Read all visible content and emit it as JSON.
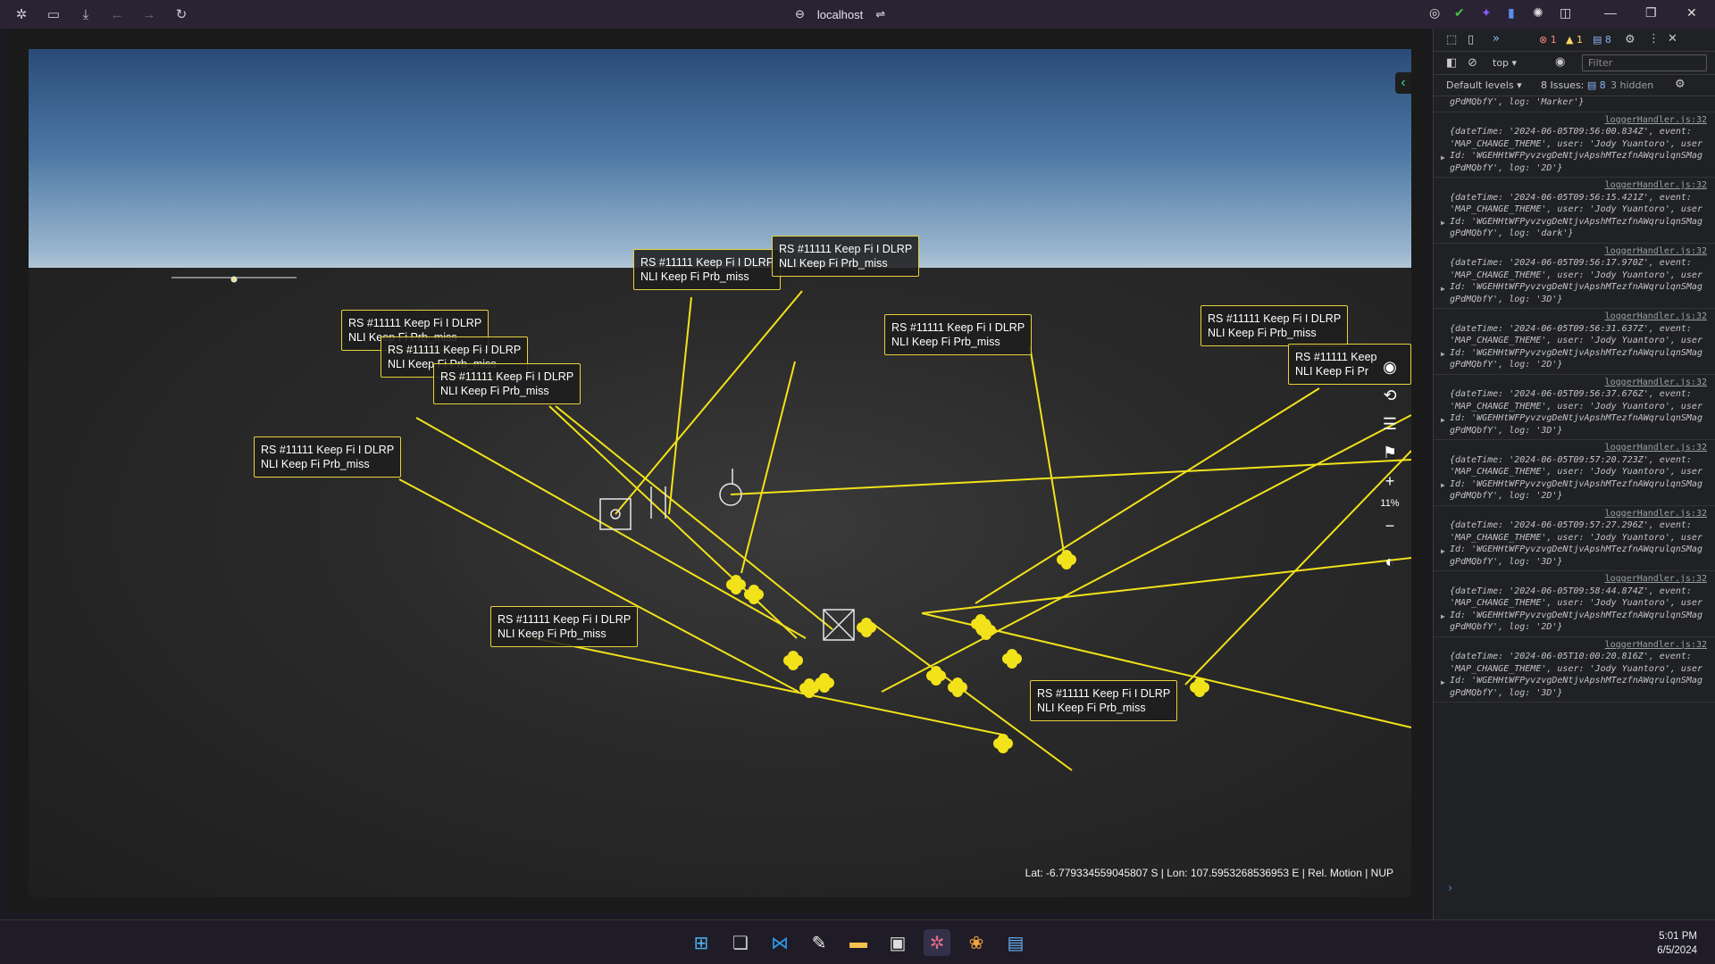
{
  "browser": {
    "url": "localhost",
    "icons": [
      "app-icon",
      "sidebar-icon",
      "download-icon",
      "back-icon",
      "forward-icon",
      "refresh-icon",
      "link-icon",
      "tune-icon"
    ]
  },
  "map": {
    "popups": [
      {
        "line1": "RS #11111 Keep Fi I DLRP",
        "line2": "NLI Keep Fi Prb_miss"
      },
      {
        "line1": "RS #11111 Keep Fi I DLRP",
        "line2": "NLI Keep Fi Prb_miss"
      },
      {
        "line1": "RS #11111 Keep Fi I DLRP",
        "line2": "NLI Keep Fi Prb_miss"
      },
      {
        "line1": "RS #11111 Keep Fi I DLRP",
        "line2": "NLI Keep Fi Prb_miss"
      },
      {
        "line1": "RS #11111 Keep Fi I DLRP",
        "line2": "NLI Keep Fi Prb_miss"
      },
      {
        "line1": "RS #11111 Keep Fi I DLRP",
        "line2": "NLI Keep Fi Prb_miss"
      },
      {
        "line1": "RS #11111 Keep Fi I DLRP",
        "line2": "NLI Keep Fi Prb_miss"
      },
      {
        "line1": "RS #11111 Keep Fi I DLRP",
        "line2": "NLI Keep Fi Prb_miss"
      },
      {
        "line1": "RS #11111 Keep Fi I DLRP",
        "line2": "NLI Keep Fi Prb_miss"
      },
      {
        "line1": "RS #11111 Keep Fi I DLRP",
        "line2": "NLI Keep Fi Prb_miss"
      },
      {
        "line1": "RS #11111 Keep",
        "line2": "NLI Keep Fi Pr"
      }
    ],
    "coordinates": "Lat: -6.779334559045807 S | Lon: 107.5953268536953 E | Rel. Motion | NUP",
    "zoom": "11%",
    "accent_color": "#f2e21a"
  },
  "devtools": {
    "error_count": "1",
    "warning_count": "1",
    "message_count": "8",
    "context": "top",
    "filter_placeholder": "Filter",
    "default_levels": "Default levels",
    "issues_label": "8 Issues:",
    "issues_count": "8",
    "hidden": "3 hidden",
    "first_log_tail": "gPdMQbfY', log: 'Marker'}",
    "logs": [
      {
        "src": "loggerHandler.js:32",
        "body": "{dateTime: '2024-06-05T09:56:00.834Z', event: 'MAP_CHANGE_THEME', user: 'Jody Yuantoro', userId: 'WGEHHtWFPyvzvgDeNtjvApshMTezfnAWqrulqnSMaggPdMQbfY', log: '2D'}"
      },
      {
        "src": "loggerHandler.js:32",
        "body": "{dateTime: '2024-06-05T09:56:15.421Z', event: 'MAP_CHANGE_THEME', user: 'Jody Yuantoro', userId: 'WGEHHtWFPyvzvgDeNtjvApshMTezfnAWqrulqnSMaggPdMQbfY', log: 'dark'}"
      },
      {
        "src": "loggerHandler.js:32",
        "body": "{dateTime: '2024-06-05T09:56:17.970Z', event: 'MAP_CHANGE_THEME', user: 'Jody Yuantoro', userId: 'WGEHHtWFPyvzvgDeNtjvApshMTezfnAWqrulqnSMaggPdMQbfY', log: '3D'}"
      },
      {
        "src": "loggerHandler.js:32",
        "body": "{dateTime: '2024-06-05T09:56:31.637Z', event: 'MAP_CHANGE_THEME', user: 'Jody Yuantoro', userId: 'WGEHHtWFPyvzvgDeNtjvApshMTezfnAWqrulqnSMaggPdMQbfY', log: '2D'}"
      },
      {
        "src": "loggerHandler.js:32",
        "body": "{dateTime: '2024-06-05T09:56:37.676Z', event: 'MAP_CHANGE_THEME', user: 'Jody Yuantoro', userId: 'WGEHHtWFPyvzvgDeNtjvApshMTezfnAWqrulqnSMaggPdMQbfY', log: '3D'}"
      },
      {
        "src": "loggerHandler.js:32",
        "body": "{dateTime: '2024-06-05T09:57:20.723Z', event: 'MAP_CHANGE_THEME', user: 'Jody Yuantoro', userId: 'WGEHHtWFPyvzvgDeNtjvApshMTezfnAWqrulqnSMaggPdMQbfY', log: '2D'}"
      },
      {
        "src": "loggerHandler.js:32",
        "body": "{dateTime: '2024-06-05T09:57:27.296Z', event: 'MAP_CHANGE_THEME', user: 'Jody Yuantoro', userId: 'WGEHHtWFPyvzvgDeNtjvApshMTezfnAWqrulqnSMaggPdMQbfY', log: '3D'}"
      },
      {
        "src": "loggerHandler.js:32",
        "body": "{dateTime: '2024-06-05T09:58:44.874Z', event: 'MAP_CHANGE_THEME', user: 'Jody Yuantoro', userId: 'WGEHHtWFPyvzvgDeNtjvApshMTezfnAWqrulqnSMaggPdMQbfY', log: '2D'}"
      },
      {
        "src": "loggerHandler.js:32",
        "body": "{dateTime: '2024-06-05T10:00:20.816Z', event: 'MAP_CHANGE_THEME', user: 'Jody Yuantoro', userId: 'WGEHHtWFPyvzvgDeNtjvApshMTezfnAWqrulqnSMaggPdMQbfY', log: '3D'}"
      }
    ]
  },
  "taskbar": {
    "time": "5:01 PM",
    "date": "6/5/2024"
  }
}
